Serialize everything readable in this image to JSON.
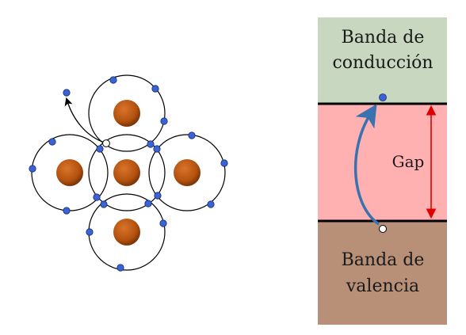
{
  "lattice": {
    "description_free": true
  },
  "band_diagram": {
    "conduction_band_line1": "Banda de",
    "conduction_band_line2": "conducción",
    "gap_label": "Gap",
    "valence_band_line1": "Banda de",
    "valence_band_line2": "valencia"
  },
  "colors": {
    "conduction_band": "#c8d8c0",
    "gap": "#ffb0b0",
    "valence_band": "#b89078",
    "nucleus": "#b3520f",
    "electron": "#3a63d8",
    "hole": "#ffffff",
    "arrow_blue": "#3a72b0",
    "gap_arrow_red": "#e00000"
  }
}
